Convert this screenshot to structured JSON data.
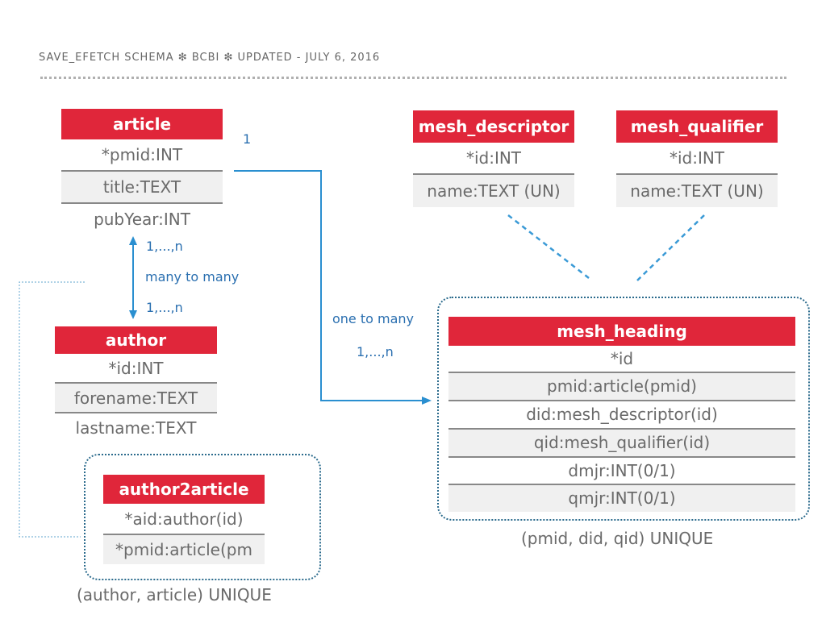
{
  "title": "SAVE_EFETCH SCHEMA ❇ BCBI ❇ UPDATED - JULY 6, 2016",
  "tables": {
    "article": {
      "name": "article",
      "fields": [
        "*pmid:INT",
        "title:TEXT",
        "pubYear:INT"
      ]
    },
    "author": {
      "name": "author",
      "fields": [
        "*id:INT",
        "forename:TEXT",
        "lastname:TEXT"
      ]
    },
    "author2article": {
      "name": "author2article",
      "fields": [
        "*aid:author(id)",
        "*pmid:article(pm"
      ],
      "note": "(author, article) UNIQUE"
    },
    "mesh_descriptor": {
      "name": "mesh_descriptor",
      "fields": [
        "*id:INT",
        "name:TEXT (UN)"
      ]
    },
    "mesh_qualifier": {
      "name": "mesh_qualifier",
      "fields": [
        "*id:INT",
        "name:TEXT (UN)"
      ]
    },
    "mesh_heading": {
      "name": "mesh_heading",
      "fields": [
        "*id",
        "pmid:article(pmid)",
        "did:mesh_descriptor(id)",
        "qid:mesh_qualifier(id)",
        "dmjr:INT(0/1)",
        "qmjr:INT(0/1)"
      ],
      "note": "(pmid, did, qid) UNIQUE"
    }
  },
  "relations": {
    "article_author": {
      "top": "1,...,n",
      "middle": "many to many",
      "bottom": "1,...,n"
    },
    "article_mesh": {
      "one": "1",
      "middle": "one to many",
      "many": "1,...,n"
    }
  },
  "colors": {
    "header": "#e0263a",
    "connector": "#2a8fd0",
    "text": "#6a6a6a",
    "label": "#2a6fb0"
  }
}
